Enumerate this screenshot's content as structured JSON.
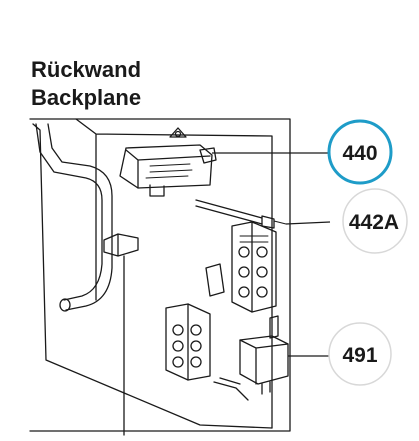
{
  "title": {
    "line1": "Rückwand",
    "line2": "Backplane"
  },
  "callouts": [
    {
      "id": "c440",
      "label": "440",
      "ring_color": "#1e9cc8"
    },
    {
      "id": "c442a",
      "label": "442A",
      "ring_color": "#d8d8d8"
    },
    {
      "id": "c491",
      "label": "491",
      "ring_color": "#d8d8d8"
    }
  ]
}
